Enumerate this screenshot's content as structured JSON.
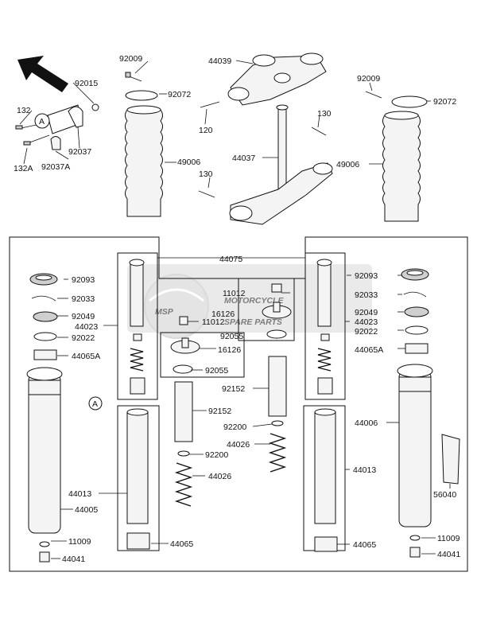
{
  "watermark": {
    "logo_text": "MSP",
    "brand_line1": "MOTORCYCLE",
    "brand_line2": "SPARE PARTS"
  },
  "callout_letter": "A",
  "labels": {
    "p92009_l": "92009",
    "p44039": "44039",
    "p92015": "92015",
    "p92072_l": "92072",
    "p132": "132",
    "p120": "120",
    "p130_r": "130",
    "p92037": "92037",
    "p132A": "132A",
    "p92037A": "92037A",
    "p49006_l": "49006",
    "p44037": "44037",
    "p130_l": "130",
    "p92009_r": "92009",
    "p92072_r": "92072",
    "p49006_r": "49006",
    "p44075": "44075",
    "p92093_l": "92093",
    "p92033_l": "92033",
    "p92049_l": "92049",
    "p44023_l": "44023",
    "p92022_l": "92022",
    "p44065A_l": "44065A",
    "p11012_c": "11012",
    "p16126_c": "16126",
    "p11012_l": "11012",
    "p92055_c": "92055",
    "p16126_l": "16126",
    "p92055_l": "92055",
    "p92093_r": "92093",
    "p92033_r": "92033",
    "p92049_r": "92049",
    "p44023_r": "44023",
    "p92022_r": "92022",
    "p44065A_r": "44065A",
    "p92152_c": "92152",
    "p92152_l": "92152",
    "p92200_c": "92200",
    "p44026_c": "44026",
    "p92200_l": "92200",
    "p44026_l": "44026",
    "p44006": "44006",
    "p44013_l": "44013",
    "p44005": "44005",
    "p44013_r": "44013",
    "p56040": "56040",
    "p44065_l": "44065",
    "p44065_r": "44065",
    "p11009_l": "11009",
    "p11009_r": "11009",
    "p44041_l": "44041",
    "p44041_r": "44041"
  }
}
